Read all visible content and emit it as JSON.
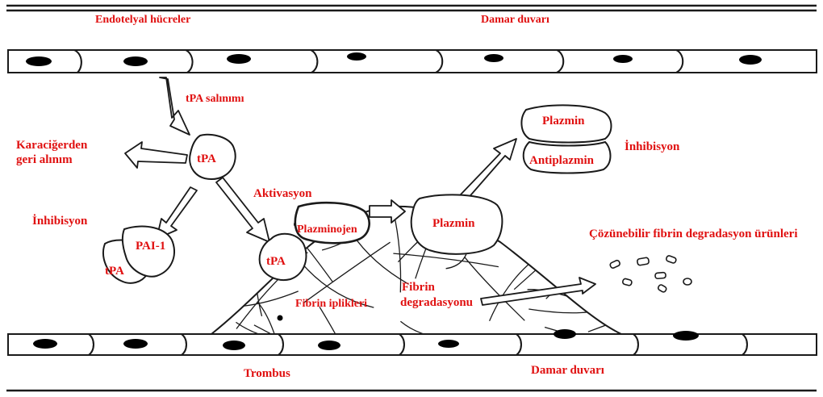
{
  "colors": {
    "label": "#e01010",
    "ink": "#1a1a1a",
    "nucleus": "#000000",
    "background": "#ffffff"
  },
  "labels": {
    "endothelial_cells": "Endotelyal hücreler",
    "vessel_wall_top": "Damar duvarı",
    "tpa_release": "tPA salınımı",
    "liver_uptake_line1": "Karaciğerden",
    "liver_uptake_line2": "geri alınım",
    "tpa": "tPA",
    "inhibition_left": "İnhibisyon",
    "pai1": "PAI-1",
    "tpa_complex": "tPA",
    "activation": "Aktivasyon",
    "plasminogen": "Plazminojen",
    "tpa_bound": "tPA",
    "plasmin": "Plazmin",
    "plasmin_top": "Plazmin",
    "antiplasmin": "Antiplazmin",
    "inhibition_right": "İnhibisyon",
    "soluble_products": "Çözünebilir fibrin degradasyon ürünleri",
    "fibrin_strands": "Fibrin iplikleri",
    "fibrin_degradation_line1": "Fibrin",
    "fibrin_degradation_line2": "degradasyonu",
    "thrombus": "Trombus",
    "vessel_wall_bottom": "Damar duvarı"
  }
}
